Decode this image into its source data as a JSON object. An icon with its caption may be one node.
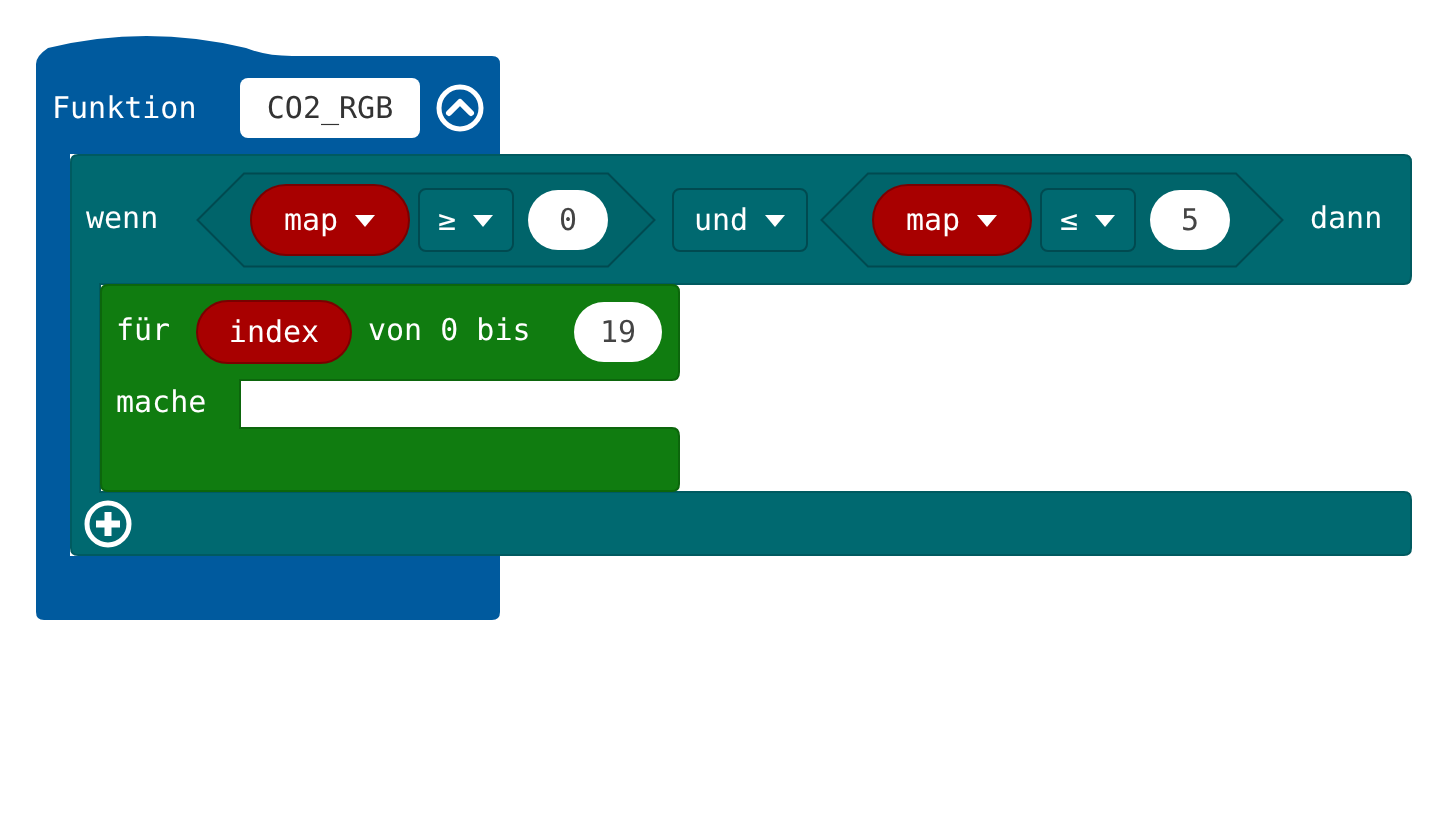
{
  "diagram": {
    "nodes": [
      {
        "text": [
          "Funktion"
        ]
      },
      {
        "text": [
          "CO2_RGB"
        ],
        "in": 0
      },
      {
        "text": [
          "wenn",
          "dann"
        ]
      },
      {
        "text": [],
        "shape": "hexagon",
        "in": 2
      },
      {
        "text": [
          "map"
        ],
        "in": 3
      },
      {
        "text": [
          "≥"
        ],
        "in": 3
      },
      {
        "text": [
          "0"
        ],
        "in": 3
      },
      {
        "text": [
          "und"
        ],
        "in": 2
      },
      {
        "text": [],
        "shape": "hexagon",
        "in": 2
      },
      {
        "text": [
          "map"
        ],
        "in": 8
      },
      {
        "text": [
          "≤"
        ],
        "in": 8
      },
      {
        "text": [
          "5"
        ],
        "in": 8
      },
      {
        "text": [
          "für",
          "von 0 bis",
          "mache"
        ],
        "in": 2
      },
      {
        "text": [
          "index"
        ],
        "in": 12
      },
      {
        "text": [
          "19"
        ],
        "in": 12
      }
    ]
  }
}
